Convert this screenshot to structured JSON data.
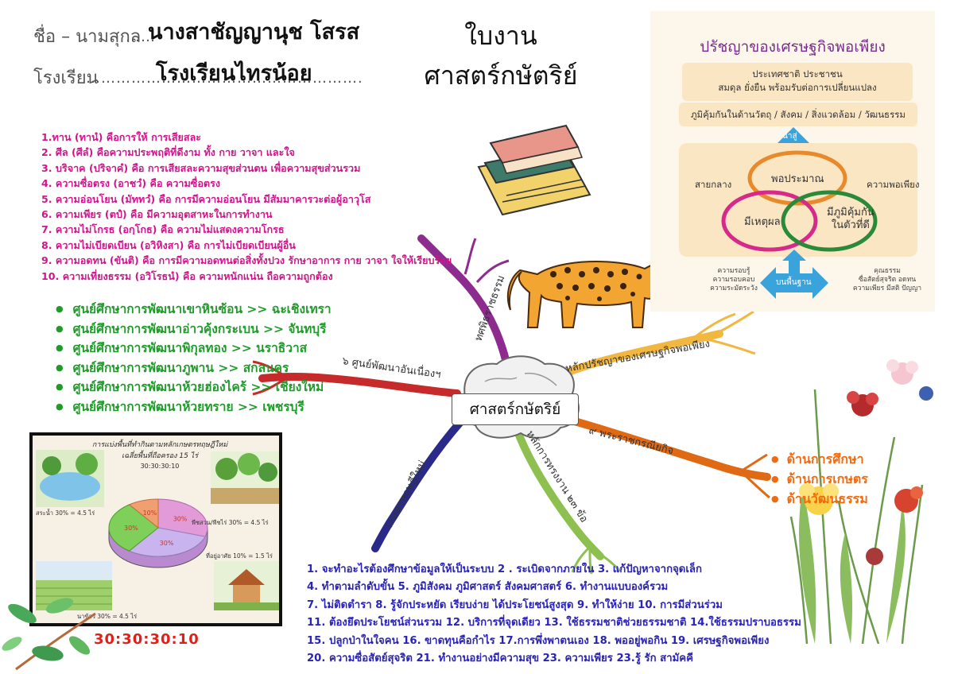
{
  "header": {
    "name_label": "ชื่อ – นามสุกล",
    "name_dots": "……",
    "name_value": "นางสาชัญญานุช โสรส",
    "school_label": "โรงเรียน",
    "school_dots": "……………………………………………….",
    "school_value": "โรงเรียนไทรน้อย",
    "title_line1": "ใบงาน",
    "title_line2": "ศาสตร์กษัตริย์"
  },
  "virtues": [
    "1.ทาน (ทานํ) คือการให้ การเสียสละ",
    "2. ศีล (ศีลํ) คือความประพฤติที่ดีงาม ทั้ง กาย วาจา และใจ",
    "3. บริจาค (ปริจาคํ) คือ การเสียสละความสุขส่วนตน เพื่อความสุขส่วนรวม",
    "4. ความซื่อตรง (อาชวํ) คือ ความซื่อตรง",
    "5. ความอ่อนโยน (มัททวํ) คือ การมีความอ่อนโยน มีสัมมาคารวะต่อผู้อาวุโส",
    "6. ความเพียร (ตปํ) คือ มีความอุตสาหะในการทำงาน",
    "7. ความไม่โกรธ (อกฺโกธ) คือ ความไม่แสดงความโกรธ",
    "8. ความไม่เบียดเบียน (อวิหิงสา) คือ การไม่เบียดเบียนผู้อื่น",
    "9. ความอดทน (ขันติ) คือ การมีความอดทนต่อสิ่งทั้งปวง รักษาอาการ กาย วาจา ใจให้เรียบร้อย",
    "10. ความเที่ยงธรรม (อวิโรธนํ) คือ ความหนักแน่น ถือความถูกต้อง"
  ],
  "centers": [
    "ศูนย์ศึกษาการพัฒนาเขาหินซ้อน >> ฉะเชิงเทรา",
    "ศูนย์ศึกษาการพัฒนาอ่าวคุ้งกระเบน >> จันทบุรี",
    "ศูนย์ศึกษาการพัฒนาพิกุลทอง >> นราธิวาส",
    "ศูนย์ศึกษาการพัฒนาภูพาน >> สกลนคร",
    "ศูนย์ศึกษาการพัฒนาห้วยฮ่องไคร้ >> เชียงใหม่",
    "ศูนย์ศึกษาการพัฒนาห้วยทราย >> เพชรบุรี"
  ],
  "mindmap": {
    "center": "ศาสตร์กษัตริย์",
    "branches": [
      {
        "label": "ทศพิธราชธรรม",
        "color": "#8e2b8e"
      },
      {
        "label": "หลักปรัชญาของเศรษฐกิจพอเพียง",
        "color": "#f2b740"
      },
      {
        "label": "๖ ศูนย์พัฒนาอันเนื่องฯ",
        "color": "#c62a2a"
      },
      {
        "label": "๙ พระราชกรณียกิจ",
        "color": "#e06a14"
      },
      {
        "label": "เกษตรทฤษฎีใหม่",
        "color": "#2a2a8a"
      },
      {
        "label": "หลักการทรงงาน ๒๓ ข้อ",
        "color": "#8ec050"
      }
    ]
  },
  "philosophy": {
    "title": "ปรัชญาของเศรษฐกิจพอเพียง",
    "top_line1": "ประเทศชาติ ประชาชน",
    "top_line2": "สมดุล ยั่งยืน พร้อมรับต่อการเปลี่ยนแปลง",
    "dimensions": "ภูมิคุ้มกันในด้านวัตถุ / สังคม / สิ่งแวดล้อม / วัฒนธรรม",
    "arrow_up": "นำสู่",
    "left_word": "สายกลาง",
    "right_word": "ความพอเพียง",
    "circle_top": "พอประมาณ",
    "circle_left": "มีเหตุผล",
    "circle_right_1": "มีภูมิคุ้มกัน",
    "circle_right_2": "ในตัวที่ดี",
    "base": "บนพื้นฐาน",
    "knowledge_title": "ความรอบรู้",
    "knowledge_1": "ความรอบคอบ",
    "knowledge_2": "ความระมัดระวัง",
    "virtue_title": "คุณธรรม",
    "virtue_1": "ซื่อสัตย์สุจริต อดทน",
    "virtue_2": "ความเพียร มีสติ ปัญญา"
  },
  "chart_data": {
    "type": "pie",
    "title": "การแบ่งพื้นที่ทำกินตามหลักเกษตรทฤษฎีใหม่",
    "subtitle": "เฉลี่ยพื้นที่ถือครอง 15 ไร่",
    "ratio_line": "30:30:30:10",
    "categories": [
      "สระน้ำ",
      "นาข้าว",
      "พืชสวน/พืชไร่",
      "ที่อยู่อาศัย"
    ],
    "values": [
      30,
      30,
      30,
      10
    ],
    "labels": [
      "30%",
      "30%",
      "30%",
      "10%"
    ],
    "annotations": [
      "สระน้ำ 30% = 4.5 ไร่",
      "นาข้าว 30% = 4.5 ไร่",
      "พืชสวน/พืชไร่ 30% = 4.5 ไร่",
      "ที่อยู่อาศัย 10% = 1.5 ไร่"
    ],
    "colors": [
      "#e39ad8",
      "#c9b4f0",
      "#7fd05a",
      "#f0a070"
    ]
  },
  "orange_items": [
    "ด้านการศึกษา",
    "ด้านการเกษตร",
    "ด้านวัฒนธรรม"
  ],
  "principles": [
    "1. จะทำอะไรต้องศึกษาข้อมูลให้เป็นระบบ 2 . ระเบิดจากภายใน  3. แก้ปัญหาจากจุดเล็ก",
    "4. ทำตามลำดับขั้น  5. ภูมิสังคม ภูมิศาสตร์ สังคมศาสตร์     6. ทำงานแบบองค์รวม",
    "7. ไม่ติดตำรา         8. รู้จักประหยัด เรียบง่าย ได้ประโยชน์สูงสุด 9. ทำให้ง่าย    10. การมีส่วนร่วม",
    "11. ต้องยึดประโยชน์ส่วนรวม       12. บริการที่จุดเดียว   13. ใช้ธรรมชาติช่วยธรรมชาติ   14.ใช้ธรรมปราบอธรรม",
    "15. ปลูกป่าในใจคน  16. ขาดทุนคือกำไร   17.การพึ่งพาตนเอง    18. พออยู่พอกิน 19. เศรษฐกิจพอเพียง",
    "20. ความซื่อสัตย์สุจริต 21. ทำงานอย่างมีความสุข     23. ความเพียร    23.รู้ รัก สามัคคี"
  ],
  "ratio_text": "30:30:30:10"
}
